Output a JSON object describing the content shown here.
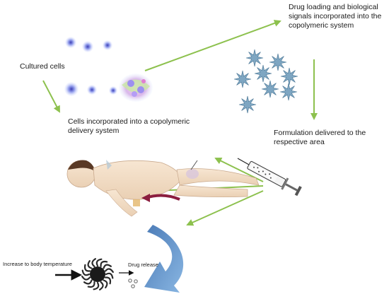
{
  "labels": {
    "cultured_cells": "Cultured cells",
    "drug_loading": [
      "Drug loading and biological",
      "signals incorporated into the",
      "copolymeric system"
    ],
    "cells_incorporated": [
      "Cells incorporated into a copolymeric",
      "delivery system"
    ],
    "formulation": [
      "Formulation delivered to the",
      "respective area"
    ],
    "body_temperature": "Increase to body temperature",
    "drug_release": "Drug release"
  },
  "colors": {
    "arrow_green": "#8dc14e",
    "polymer_star": "#7ea6c2",
    "curved_arrow": "#5b8fc7",
    "cell_purple": "#8a7fd6",
    "pathway_maroon": "#8b1e3f",
    "text": "#1a1a1a"
  },
  "icons": [
    "cell-icon",
    "polymer-network-icon",
    "syringe-icon",
    "patient-body-icon",
    "micelle-icon",
    "drug-particle-icon"
  ]
}
